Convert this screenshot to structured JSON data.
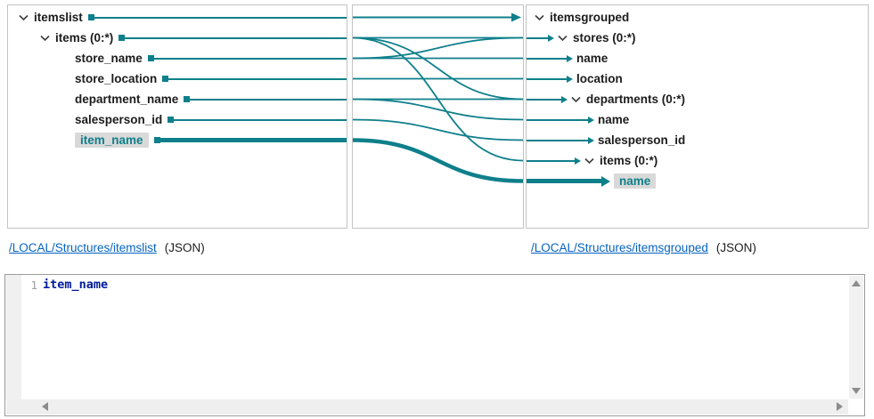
{
  "colors": {
    "accent_teal": "#0e7f8b",
    "highlight_bg": "#d9d9d9",
    "panel_border": "#c3c3c3",
    "link_blue": "#0563c1",
    "code_navy": "#001a9c",
    "chevron_gray": "#3d3d3d"
  },
  "source_panel": {
    "name": "itemslist",
    "rows": [
      {
        "label": "itemslist",
        "depth": 0,
        "chevron": true,
        "highlighted": false,
        "thick": false
      },
      {
        "label": "items (0:*)",
        "depth": 1,
        "chevron": true,
        "highlighted": false,
        "thick": false
      },
      {
        "label": "store_name",
        "depth": 2,
        "chevron": false,
        "highlighted": false,
        "thick": false
      },
      {
        "label": "store_location",
        "depth": 2,
        "chevron": false,
        "highlighted": false,
        "thick": false
      },
      {
        "label": "department_name",
        "depth": 2,
        "chevron": false,
        "highlighted": false,
        "thick": false
      },
      {
        "label": "salesperson_id",
        "depth": 2,
        "chevron": false,
        "highlighted": false,
        "thick": false
      },
      {
        "label": "item_name",
        "depth": 2,
        "chevron": false,
        "highlighted": true,
        "thick": true
      }
    ]
  },
  "target_panel": {
    "name": "itemsgrouped",
    "rows": [
      {
        "label": "itemsgrouped",
        "depth": 0,
        "chevron": true,
        "arrow": false,
        "arrow_len": 0,
        "highlighted": false,
        "thick": false
      },
      {
        "label": "stores (0:*)",
        "depth": 1,
        "chevron": true,
        "arrow": true,
        "arrow_len": 24,
        "highlighted": false,
        "thick": false
      },
      {
        "label": "name",
        "depth": 2,
        "chevron": false,
        "arrow": true,
        "arrow_len": 45,
        "highlighted": false,
        "thick": false
      },
      {
        "label": "location",
        "depth": 2,
        "chevron": false,
        "arrow": true,
        "arrow_len": 45,
        "highlighted": false,
        "thick": false
      },
      {
        "label": "departments (0:*)",
        "depth": 2,
        "chevron": true,
        "arrow": true,
        "arrow_len": 39,
        "highlighted": false,
        "thick": false
      },
      {
        "label": "name",
        "depth": 3,
        "chevron": false,
        "arrow": true,
        "arrow_len": 69,
        "highlighted": false,
        "thick": false
      },
      {
        "label": "salesperson_id",
        "depth": 3,
        "chevron": false,
        "arrow": true,
        "arrow_len": 69,
        "highlighted": false,
        "thick": false
      },
      {
        "label": "items (0:*)",
        "depth": 3,
        "chevron": true,
        "arrow": true,
        "arrow_len": 54,
        "highlighted": false,
        "thick": false
      },
      {
        "label": "name",
        "depth": 4,
        "chevron": false,
        "arrow": true,
        "arrow_len": 84,
        "highlighted": true,
        "thick": true
      }
    ]
  },
  "mappings": [
    {
      "from": "itemslist",
      "to": "itemsgrouped",
      "from_idx": 0,
      "to_idx": 0,
      "style": "straight-arrow",
      "thick": false
    },
    {
      "from": "items",
      "to": "stores",
      "from_idx": 1,
      "to_idx": 1,
      "style": "curve",
      "thick": false
    },
    {
      "from": "items",
      "to": "departments",
      "from_idx": 1,
      "to_idx": 4,
      "style": "curve",
      "thick": false
    },
    {
      "from": "items",
      "to": "items",
      "from_idx": 1,
      "to_idx": 7,
      "style": "curve",
      "thick": false
    },
    {
      "from": "store_name",
      "to": "stores",
      "from_idx": 2,
      "to_idx": 1,
      "style": "curve",
      "thick": false
    },
    {
      "from": "store_name",
      "to": "name",
      "from_idx": 2,
      "to_idx": 2,
      "style": "curve",
      "thick": false
    },
    {
      "from": "store_location",
      "to": "location",
      "from_idx": 3,
      "to_idx": 3,
      "style": "curve",
      "thick": false
    },
    {
      "from": "department_name",
      "to": "departments",
      "from_idx": 4,
      "to_idx": 4,
      "style": "curve",
      "thick": false
    },
    {
      "from": "department_name",
      "to": "name",
      "from_idx": 4,
      "to_idx": 5,
      "style": "curve",
      "thick": false
    },
    {
      "from": "salesperson_id",
      "to": "salesperson_id",
      "from_idx": 5,
      "to_idx": 6,
      "style": "curve",
      "thick": false
    },
    {
      "from": "item_name",
      "to": "name",
      "from_idx": 6,
      "to_idx": 8,
      "style": "curve",
      "thick": true
    }
  ],
  "links": {
    "left": {
      "path": "/LOCAL/Structures/itemslist",
      "format": "(JSON)"
    },
    "right": {
      "path": "/LOCAL/Structures/itemsgrouped",
      "format": "(JSON)"
    }
  },
  "editor": {
    "line_number": "1",
    "code": "item_name"
  },
  "icons": {
    "tree_toggle": "chevron-down-icon",
    "mapping_endpoint": "square-anchor-icon",
    "mapping_arrow": "arrowhead-icon",
    "scroll": [
      "scroll-up-icon",
      "scroll-down-icon",
      "scroll-left-icon",
      "scroll-right-icon"
    ]
  }
}
